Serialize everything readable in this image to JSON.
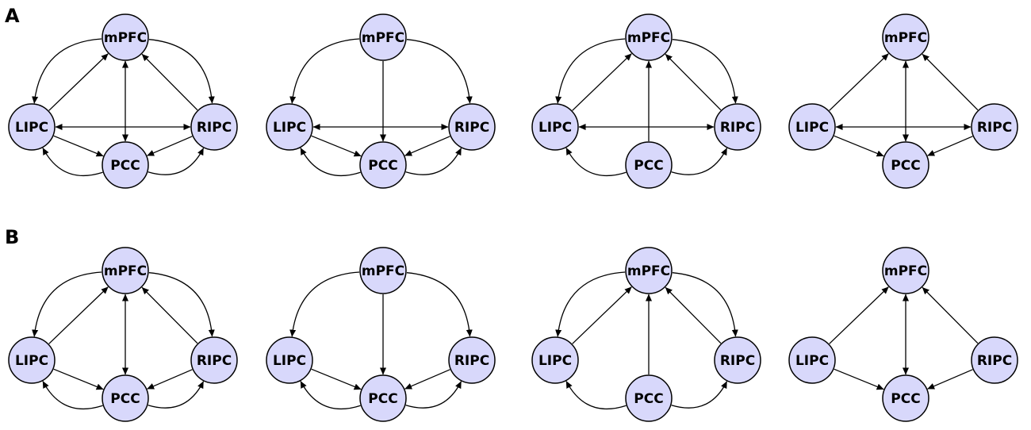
{
  "panels": [
    {
      "label": "A"
    },
    {
      "label": "B"
    }
  ],
  "node_labels": {
    "mPFC": "mPFC",
    "LIPC": "LIPC",
    "RIPC": "RIPC",
    "PCC": "PCC"
  },
  "colors": {
    "node_fill": "#d8d8fb",
    "stroke": "#000000"
  },
  "networks": [
    {
      "row": "A",
      "col": 1,
      "edges": [
        {
          "type": "straight",
          "from": "LIPC",
          "to": "mPFC"
        },
        {
          "type": "straight",
          "from": "RIPC",
          "to": "mPFC"
        },
        {
          "type": "curve",
          "from": "mPFC",
          "to": "LIPC"
        },
        {
          "type": "curve",
          "from": "mPFC",
          "to": "RIPC"
        },
        {
          "type": "bidirectional",
          "from": "mPFC",
          "to": "PCC"
        },
        {
          "type": "bidirectional",
          "from": "LIPC",
          "to": "RIPC"
        },
        {
          "type": "straight",
          "from": "LIPC",
          "to": "PCC"
        },
        {
          "type": "straight",
          "from": "RIPC",
          "to": "PCC"
        },
        {
          "type": "curve",
          "from": "PCC",
          "to": "LIPC"
        },
        {
          "type": "curve",
          "from": "PCC",
          "to": "RIPC"
        }
      ]
    },
    {
      "row": "A",
      "col": 2,
      "edges": [
        {
          "type": "curve",
          "from": "mPFC",
          "to": "LIPC"
        },
        {
          "type": "curve",
          "from": "mPFC",
          "to": "RIPC"
        },
        {
          "type": "straight",
          "from": "mPFC",
          "to": "PCC"
        },
        {
          "type": "bidirectional",
          "from": "LIPC",
          "to": "RIPC"
        },
        {
          "type": "straight",
          "from": "LIPC",
          "to": "PCC"
        },
        {
          "type": "straight",
          "from": "RIPC",
          "to": "PCC"
        },
        {
          "type": "curve",
          "from": "PCC",
          "to": "LIPC"
        },
        {
          "type": "curve",
          "from": "PCC",
          "to": "RIPC"
        }
      ]
    },
    {
      "row": "A",
      "col": 3,
      "edges": [
        {
          "type": "straight",
          "from": "LIPC",
          "to": "mPFC"
        },
        {
          "type": "straight",
          "from": "RIPC",
          "to": "mPFC"
        },
        {
          "type": "curve",
          "from": "mPFC",
          "to": "LIPC"
        },
        {
          "type": "curve",
          "from": "mPFC",
          "to": "RIPC"
        },
        {
          "type": "straight",
          "from": "PCC",
          "to": "mPFC"
        },
        {
          "type": "bidirectional",
          "from": "LIPC",
          "to": "RIPC"
        },
        {
          "type": "curve",
          "from": "PCC",
          "to": "LIPC"
        },
        {
          "type": "curve",
          "from": "PCC",
          "to": "RIPC"
        }
      ]
    },
    {
      "row": "A",
      "col": 4,
      "edges": [
        {
          "type": "straight",
          "from": "LIPC",
          "to": "mPFC"
        },
        {
          "type": "straight",
          "from": "RIPC",
          "to": "mPFC"
        },
        {
          "type": "bidirectional",
          "from": "mPFC",
          "to": "PCC"
        },
        {
          "type": "bidirectional",
          "from": "LIPC",
          "to": "RIPC"
        },
        {
          "type": "straight",
          "from": "LIPC",
          "to": "PCC"
        },
        {
          "type": "straight",
          "from": "RIPC",
          "to": "PCC"
        }
      ]
    },
    {
      "row": "B",
      "col": 1,
      "edges": [
        {
          "type": "straight",
          "from": "LIPC",
          "to": "mPFC"
        },
        {
          "type": "straight",
          "from": "RIPC",
          "to": "mPFC"
        },
        {
          "type": "curve",
          "from": "mPFC",
          "to": "LIPC"
        },
        {
          "type": "curve",
          "from": "mPFC",
          "to": "RIPC"
        },
        {
          "type": "bidirectional",
          "from": "mPFC",
          "to": "PCC"
        },
        {
          "type": "straight",
          "from": "LIPC",
          "to": "PCC"
        },
        {
          "type": "straight",
          "from": "RIPC",
          "to": "PCC"
        },
        {
          "type": "curve",
          "from": "PCC",
          "to": "LIPC"
        },
        {
          "type": "curve",
          "from": "PCC",
          "to": "RIPC"
        }
      ]
    },
    {
      "row": "B",
      "col": 2,
      "edges": [
        {
          "type": "curve",
          "from": "mPFC",
          "to": "LIPC"
        },
        {
          "type": "curve",
          "from": "mPFC",
          "to": "RIPC"
        },
        {
          "type": "straight",
          "from": "mPFC",
          "to": "PCC"
        },
        {
          "type": "straight",
          "from": "LIPC",
          "to": "PCC"
        },
        {
          "type": "straight",
          "from": "RIPC",
          "to": "PCC"
        },
        {
          "type": "curve",
          "from": "PCC",
          "to": "LIPC"
        },
        {
          "type": "curve",
          "from": "PCC",
          "to": "RIPC"
        }
      ]
    },
    {
      "row": "B",
      "col": 3,
      "edges": [
        {
          "type": "straight",
          "from": "LIPC",
          "to": "mPFC"
        },
        {
          "type": "straight",
          "from": "RIPC",
          "to": "mPFC"
        },
        {
          "type": "curve",
          "from": "mPFC",
          "to": "LIPC"
        },
        {
          "type": "curve",
          "from": "mPFC",
          "to": "RIPC"
        },
        {
          "type": "straight",
          "from": "PCC",
          "to": "mPFC"
        },
        {
          "type": "curve",
          "from": "PCC",
          "to": "LIPC"
        },
        {
          "type": "curve",
          "from": "PCC",
          "to": "RIPC"
        }
      ]
    },
    {
      "row": "B",
      "col": 4,
      "edges": [
        {
          "type": "straight",
          "from": "LIPC",
          "to": "mPFC"
        },
        {
          "type": "straight",
          "from": "RIPC",
          "to": "mPFC"
        },
        {
          "type": "bidirectional",
          "from": "mPFC",
          "to": "PCC"
        },
        {
          "type": "straight",
          "from": "LIPC",
          "to": "PCC"
        },
        {
          "type": "straight",
          "from": "RIPC",
          "to": "PCC"
        }
      ]
    }
  ]
}
